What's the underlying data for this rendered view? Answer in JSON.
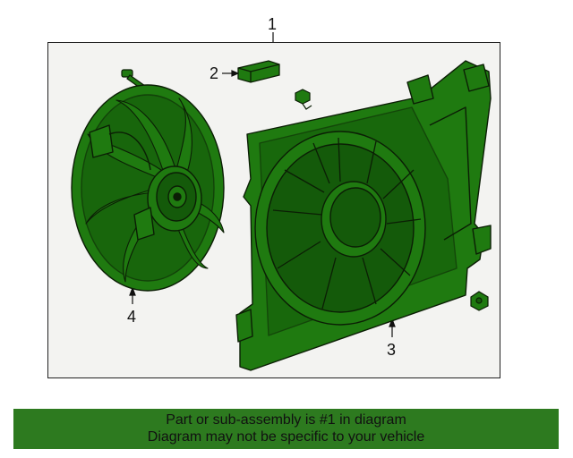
{
  "callouts": {
    "assembly": "1",
    "bracket": "2",
    "shroud": "3",
    "fan": "4"
  },
  "banner": {
    "line1": "Part or sub-assembly is #1 in diagram",
    "line2": "Diagram may not be specific to your vehicle"
  },
  "colors": {
    "part_fill": "#1f7a10",
    "part_dark": "#145a0a",
    "outline": "#0b1e05",
    "frame_bg": "#f3f3f1",
    "banner_bg": "#2d7a1f"
  }
}
